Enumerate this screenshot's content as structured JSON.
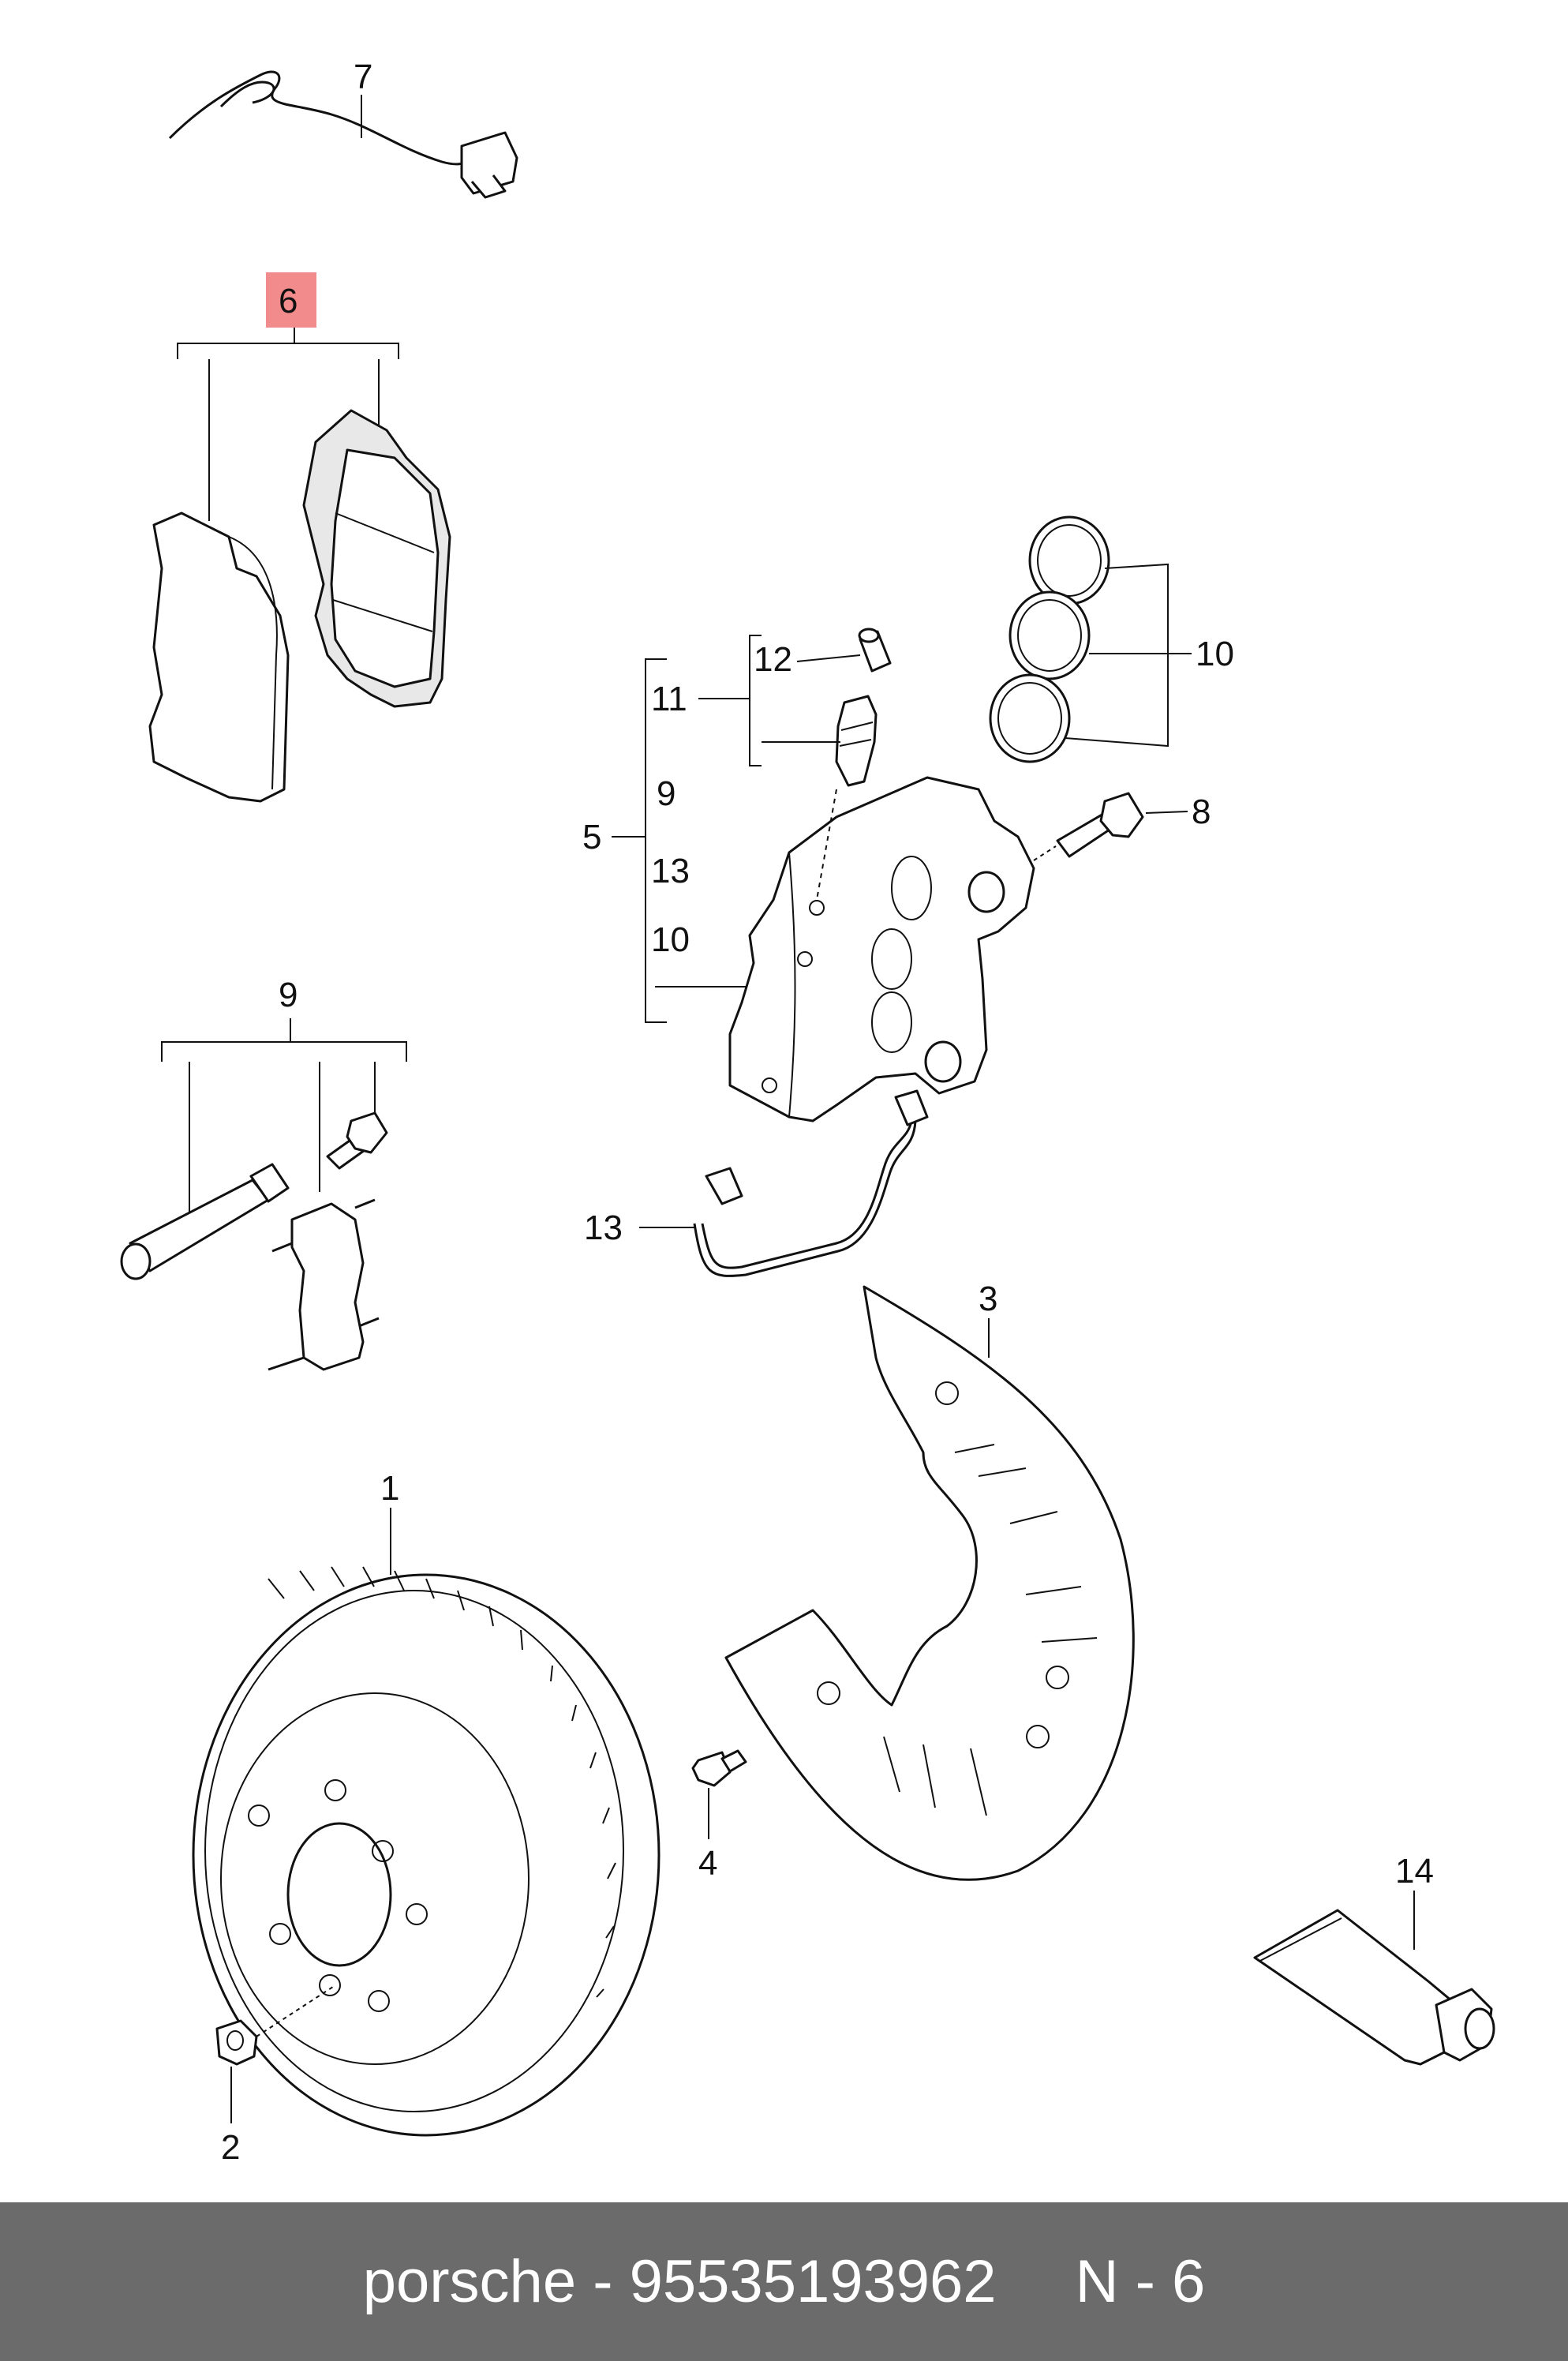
{
  "callouts": {
    "c1": "1",
    "c2": "2",
    "c3": "3",
    "c4": "4",
    "c5": "5",
    "c6": "6",
    "c7": "7",
    "c8": "8",
    "c9_top": "9",
    "c9_group": "9",
    "c10_ring": "10",
    "c10_group": "10",
    "c11": "11",
    "c12": "12",
    "c13_group": "13",
    "c13_line": "13",
    "c14": "14"
  },
  "footer": {
    "text": "porsche - 95535193962",
    "ref": "N - 6"
  },
  "colors": {
    "highlight": "#f28b8b",
    "footer_bg": "#6b6b6b",
    "line": "#111111"
  }
}
